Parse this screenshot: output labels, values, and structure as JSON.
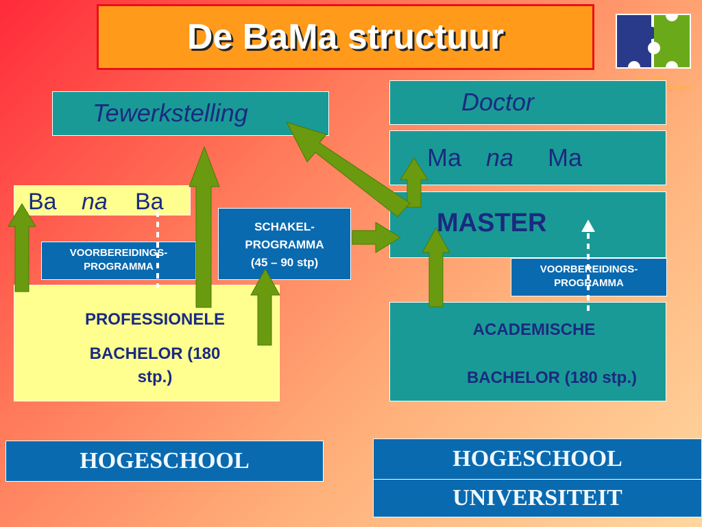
{
  "title": "De BaMa structuur",
  "logo": {
    "icon": "puzzle-icon",
    "colors": [
      "#2a3a8a",
      "#6aaa1a"
    ],
    "text_line1": "Tom Billiet",
    "text_line2": "Antwerpen"
  },
  "boxes": {
    "tewerkstelling": "Tewerkstelling",
    "doctor": "Doctor",
    "ma_na_ma": {
      "w1": "Ma",
      "w2": "na",
      "w3": "Ma"
    },
    "ba_na_ba": {
      "w1": "Ba",
      "w2": "na",
      "w3": "Ba"
    },
    "master": "MASTER",
    "schakel": {
      "line1": "SCHAKEL-",
      "line2": "PROGRAMMA",
      "line3": "(45 – 90 stp)"
    },
    "voorbereiding_left": {
      "line1": "VOORBEREIDINGS-",
      "line2": "PROGRAMMA"
    },
    "voorbereiding_right": {
      "line1": "VOORBEREIDINGS-",
      "line2": "PROGRAMMA"
    },
    "prof_bachelor": {
      "line1": "PROFESSIONELE",
      "line2": "BACHELOR (180",
      "line3": "stp.)"
    },
    "acad_bachelor": {
      "line1": "ACADEMISCHE",
      "line2": "BACHELOR (180 stp.)"
    }
  },
  "institutions": {
    "left": "HOGESCHOOL",
    "right_top": "HOGESCHOOL",
    "right_bottom": "UNIVERSITEIT"
  },
  "colors": {
    "arrow": "#6a9a10",
    "teal": "#1a9a96",
    "blue": "#0a6ab0",
    "yellow": "#ffff90",
    "title_bg": "#ff9a1a"
  }
}
